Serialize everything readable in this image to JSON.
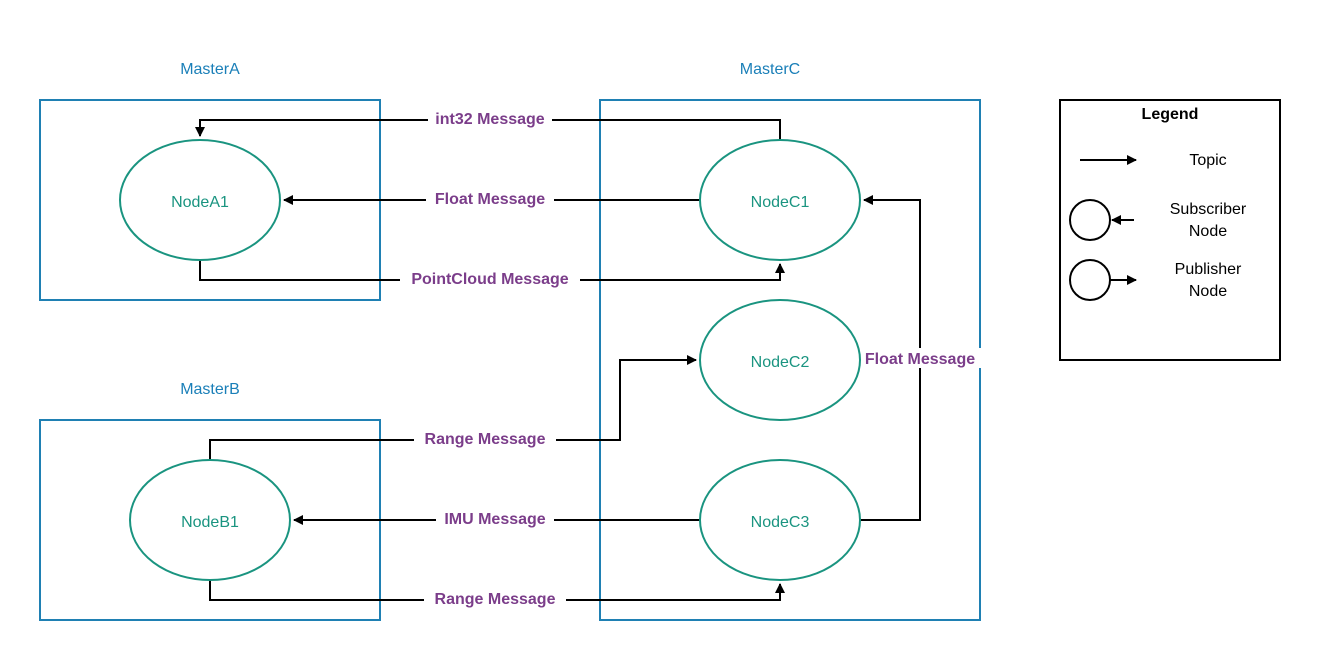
{
  "masters": {
    "a": {
      "label": "MasterA"
    },
    "b": {
      "label": "MasterB"
    },
    "c": {
      "label": "MasterC"
    }
  },
  "nodes": {
    "a1": {
      "label": "NodeA1"
    },
    "b1": {
      "label": "NodeB1"
    },
    "c1": {
      "label": "NodeC1"
    },
    "c2": {
      "label": "NodeC2"
    },
    "c3": {
      "label": "NodeC3"
    }
  },
  "messages": {
    "int32": {
      "label": "int32 Message",
      "from": "NodeC1",
      "to": "NodeA1"
    },
    "float_c1_a1": {
      "label": "Float Message",
      "from": "NodeC1",
      "to": "NodeA1"
    },
    "pointcloud": {
      "label": "PointCloud Message",
      "from": "NodeA1",
      "to": "NodeC1"
    },
    "float_c3_c1": {
      "label": "Float Message",
      "from": "NodeC3",
      "to": "NodeC1"
    },
    "range_b1_c2": {
      "label": "Range Message",
      "from": "NodeB1",
      "to": "NodeC2"
    },
    "imu": {
      "label": "IMU Message",
      "from": "NodeC3",
      "to": "NodeB1"
    },
    "range_b1_c3": {
      "label": "Range Message",
      "from": "NodeB1",
      "to": "NodeC3"
    }
  },
  "legend": {
    "title": "Legend",
    "topic": "Topic",
    "subscriber_line1": "Subscriber",
    "subscriber_line2": "Node",
    "publisher_line1": "Publisher",
    "publisher_line2": "Node"
  },
  "colors": {
    "master_border": "#1f80b3",
    "master_label": "#1a7fb8",
    "node_border": "#1a9480",
    "node_label": "#1a9480",
    "message_label": "#7b3d8a",
    "edge": "#000000"
  }
}
